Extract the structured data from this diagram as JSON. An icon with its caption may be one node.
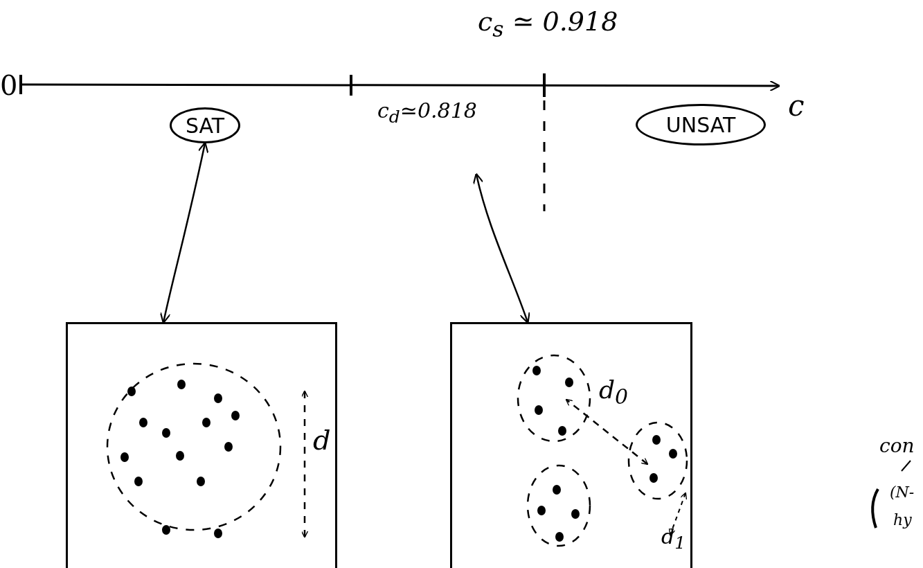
{
  "diagram": {
    "nodes": [
      {
        "text": [
          "SAT"
        ]
      },
      {
        "text": [
          "UNSAT"
        ]
      },
      {
        "text": [],
        "shape": "box"
      },
      {
        "text": [],
        "shape": "box"
      }
    ],
    "edges": [
      {
        "from": 0,
        "to": 2,
        "arrow": "both"
      },
      {
        "from": null,
        "to": 3,
        "arrow": "both"
      }
    ],
    "labels": [
      "c$_{s}$ ≃ 0.918",
      "0",
      "c",
      "c$_{d}$≃0.818",
      "d",
      "d$_{0}$",
      "d$_{1}$",
      "con",
      "(N-",
      "hy"
    ]
  }
}
